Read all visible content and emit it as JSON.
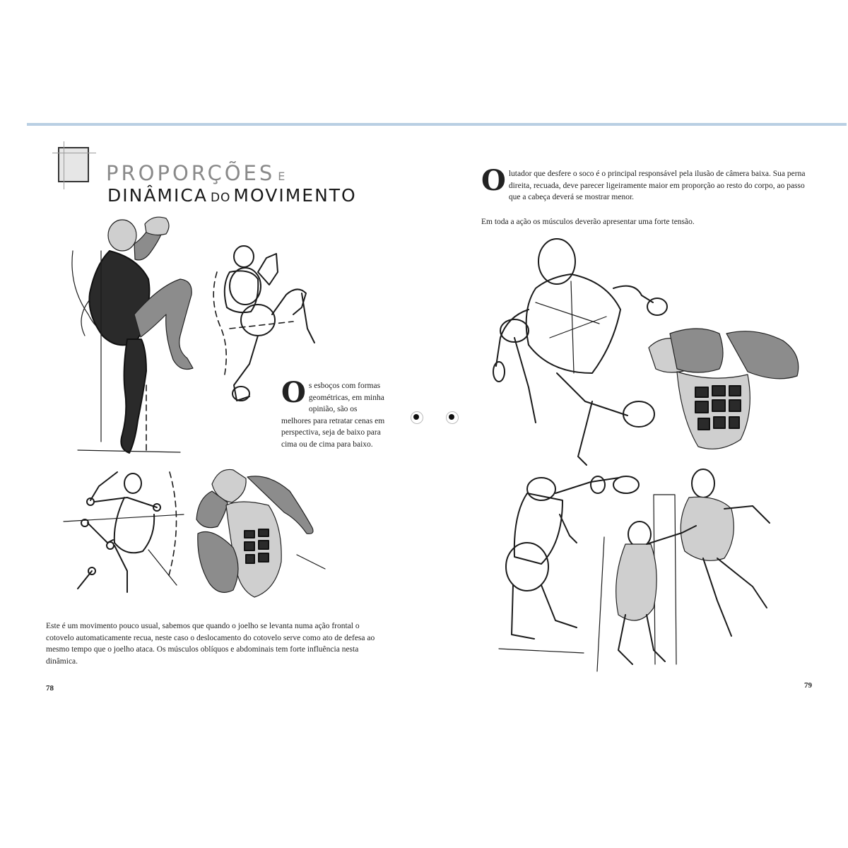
{
  "title": {
    "line1_main": "PROPORÇÕES",
    "line1_small": "E",
    "line2_start": "DINÂMICA",
    "line2_small": "DO",
    "line2_end": "MOVIMENTO"
  },
  "left_page": {
    "sidebar_dropcap": "O",
    "sidebar_text": "s esboços com formas geométricas, em minha opinião, são os melhores para retratar cenas em perspectiva, seja de baixo para cima ou de cima para baixo.",
    "bottom_text": "Este é um movimento pouco usual, sabemos que quando o joelho se levanta numa ação frontal o cotovelo automaticamente recua, neste caso o deslocamento do cotovelo serve como ato de defesa ao mesmo tempo que o joelho ataca. Os músculos oblíquos e abdominais tem forte influência nesta dinâmica.",
    "page_number": "78"
  },
  "right_page": {
    "intro_dropcap": "O",
    "intro_text": "lutador que desfere o soco é o principal responsável pela ilusão de câmera baixa. Sua perna direita, recuada, deve parecer ligeiramente maior em proporção ao resto do corpo, ao passo que a cabeça deverá se mostrar menor.",
    "second_text": "Em toda a ação os músculos deverão apresentar uma forte tensão.",
    "page_number": "79"
  },
  "icons": {
    "title_badge": "portrait-thumbnail-icon",
    "gutter_marks": "binding-dot-icon"
  },
  "colors": {
    "top_rule": "#b9cfe3",
    "ink": "#1a1a1a",
    "title_gray": "#8a8a8a"
  }
}
